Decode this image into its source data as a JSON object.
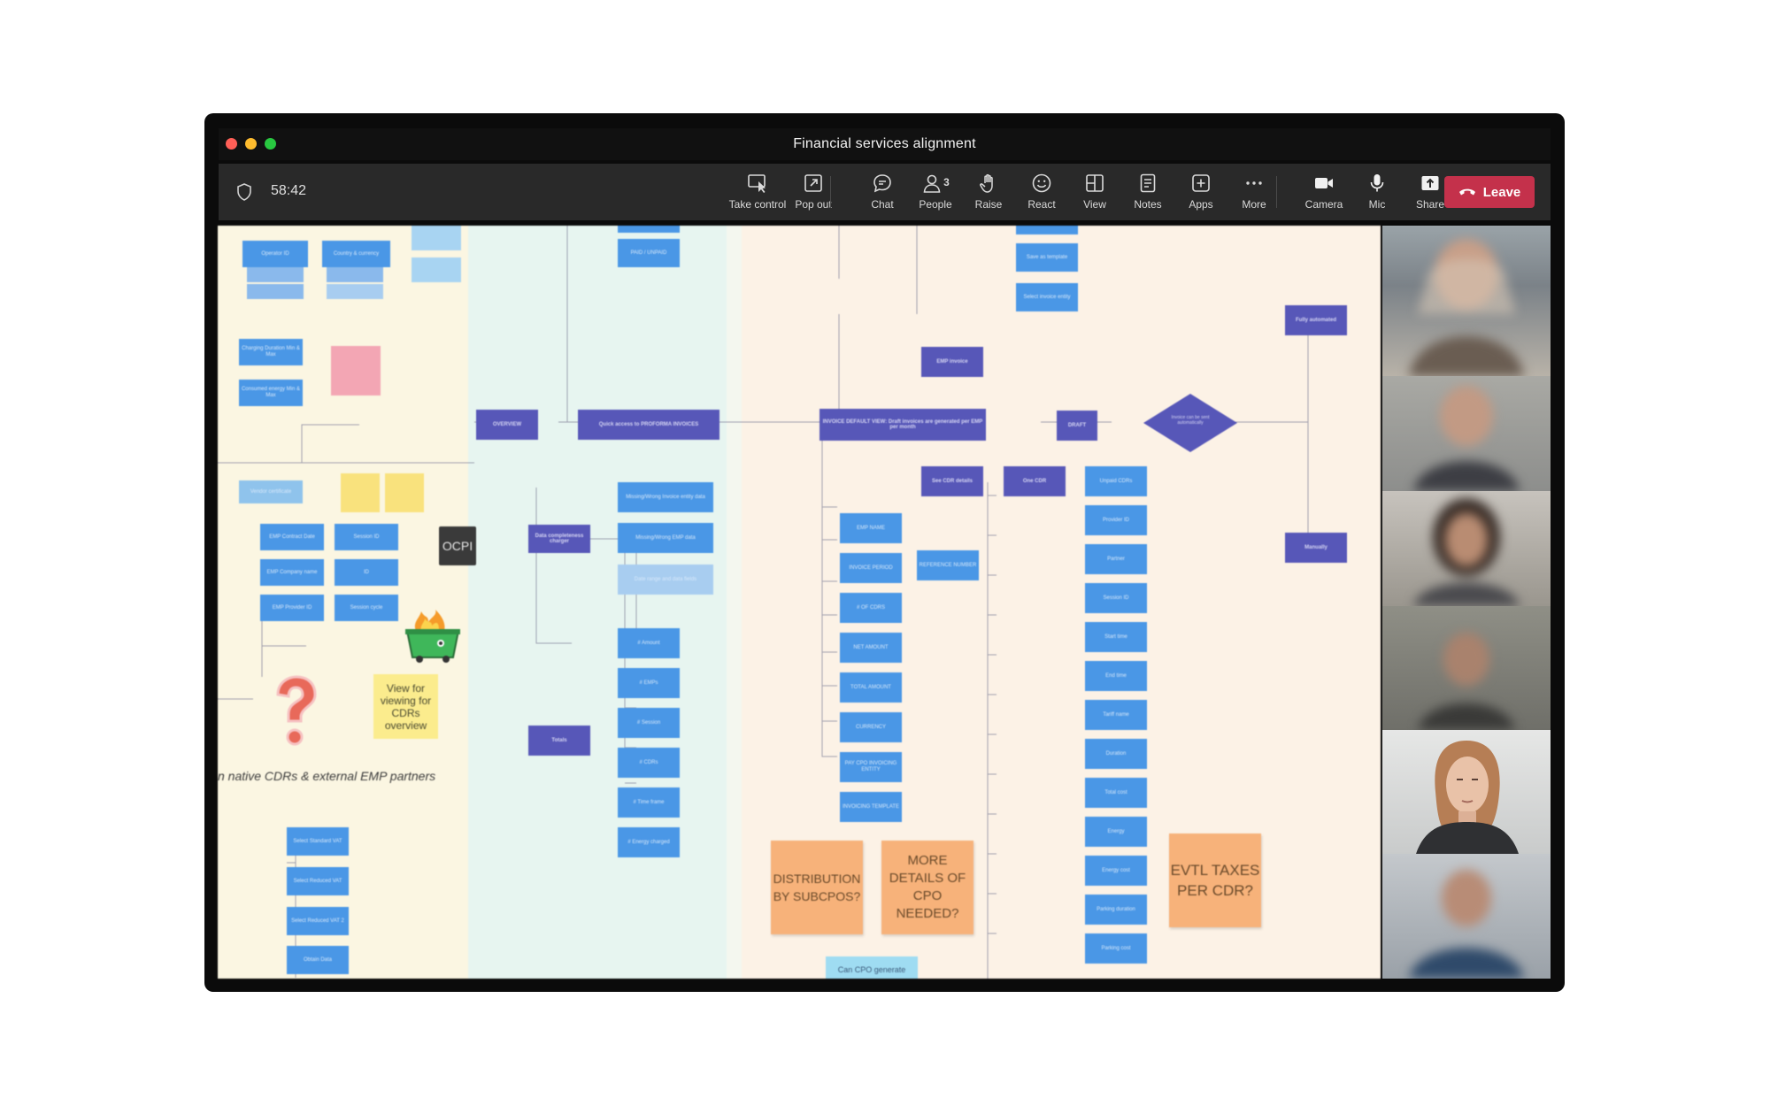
{
  "window": {
    "title": "Financial services alignment",
    "traffic_lights": [
      "#ff5f57",
      "#febc2e",
      "#28c840"
    ]
  },
  "toolbar": {
    "timer": "58:42",
    "buttons": [
      {
        "label": "Take control",
        "icon": "take-control-icon"
      },
      {
        "label": "Pop out",
        "icon": "pop-out-icon"
      },
      {
        "label": "Chat",
        "icon": "chat-icon"
      },
      {
        "label": "People",
        "icon": "people-icon",
        "count": "3"
      },
      {
        "label": "Raise",
        "icon": "raise-hand-icon"
      },
      {
        "label": "React",
        "icon": "react-icon"
      },
      {
        "label": "View",
        "icon": "view-icon"
      },
      {
        "label": "Notes",
        "icon": "notes-icon"
      },
      {
        "label": "Apps",
        "icon": "apps-icon"
      },
      {
        "label": "More",
        "icon": "more-icon"
      },
      {
        "label": "Camera",
        "icon": "camera-icon"
      },
      {
        "label": "Mic",
        "icon": "mic-icon"
      },
      {
        "label": "Share",
        "icon": "share-icon"
      }
    ],
    "leave_label": "Leave",
    "leave_color": "#c4314b"
  },
  "board": {
    "ocpi_label": "OCPI",
    "view_note": "View for viewing for CDRs overview",
    "caption": "n native CDRs & external EMP partners",
    "nodes_left": {
      "operator_id": "Operator ID",
      "country_currency": "Country & currency",
      "charging_duration": "Charging Duration Min & Max",
      "consumed_energy": "Consumed energy Min & Max",
      "vendor_certificate": "Vendor certificate",
      "emp_contract_date": "EMP Contract Date",
      "emp_company_name": "EMP Company name",
      "emp_provider_id": "EMP Provider ID",
      "session_id": "Session ID",
      "id": "ID",
      "session_cycle": "Session cycle",
      "select_standard": "Select Standard VAT",
      "select_reduced": "Select Reduced VAT",
      "select_reduced_2": "Select Reduced VAT 2",
      "obtain_data": "Obtain Data"
    },
    "nodes_mid": {
      "paid_unpaid": "PAID / UNPAID",
      "overview": "OVERVIEW",
      "quick_access": "Quick access to PROFORMA INVOICES",
      "data_completeness": "Data completeness charger",
      "missing_invoice": "Missing/Wrong Invoice entity data",
      "missing_emp": "Missing/Wrong EMP data",
      "date_range": "Date range and data fields",
      "totals": "Totals",
      "amount": "# Amount",
      "emps": "# EMPs",
      "sessions": "# Session",
      "cdrs": "# CDRs",
      "timeframe": "# Time frame",
      "energy": "# Energy charged"
    },
    "nodes_right": {
      "save_template": "Save as template",
      "select_invoice": "Select invoice entity",
      "emp_invoice": "EMP invoice",
      "invoice_default": "INVOICE DEFAULT VIEW: Draft invoices are generated per EMP per month",
      "draft": "DRAFT",
      "decision": "Invoice can be sent automatically",
      "see_cdr": "See CDR details",
      "one_cdr": "One CDR",
      "fully_automated": "Fully automated",
      "manually": "Manually",
      "emp_name": "EMP NAME",
      "invoice_period": "INVOICE PERIOD",
      "reference_number": "REFERENCE NUMBER",
      "num_cdrs": "# OF CDRS",
      "net_amount": "NET AMOUNT",
      "total_amount": "TOTAL AMOUNT",
      "currency": "CURRENCY",
      "pay_cpo": "PAY CPO INVOICING ENTITY",
      "invoicing_template": "INVOICING TEMPLATE",
      "cdr_fields": [
        "Unpaid CDRs",
        "Provider ID",
        "Partner",
        "Session ID",
        "Start time",
        "End time",
        "Tariff name",
        "Duration",
        "Total cost",
        "Energy",
        "Energy cost",
        "Parking duration",
        "Parking cost"
      ],
      "can_cpo": "Can CPO generate"
    },
    "stickies": {
      "distribution": "DISTRIBUTION BY SUBCPOS?",
      "more_details": "MORE DETAILS OF CPO NEEDED?",
      "evtl_taxes": "EVTL TAXES PER CDR?"
    }
  }
}
